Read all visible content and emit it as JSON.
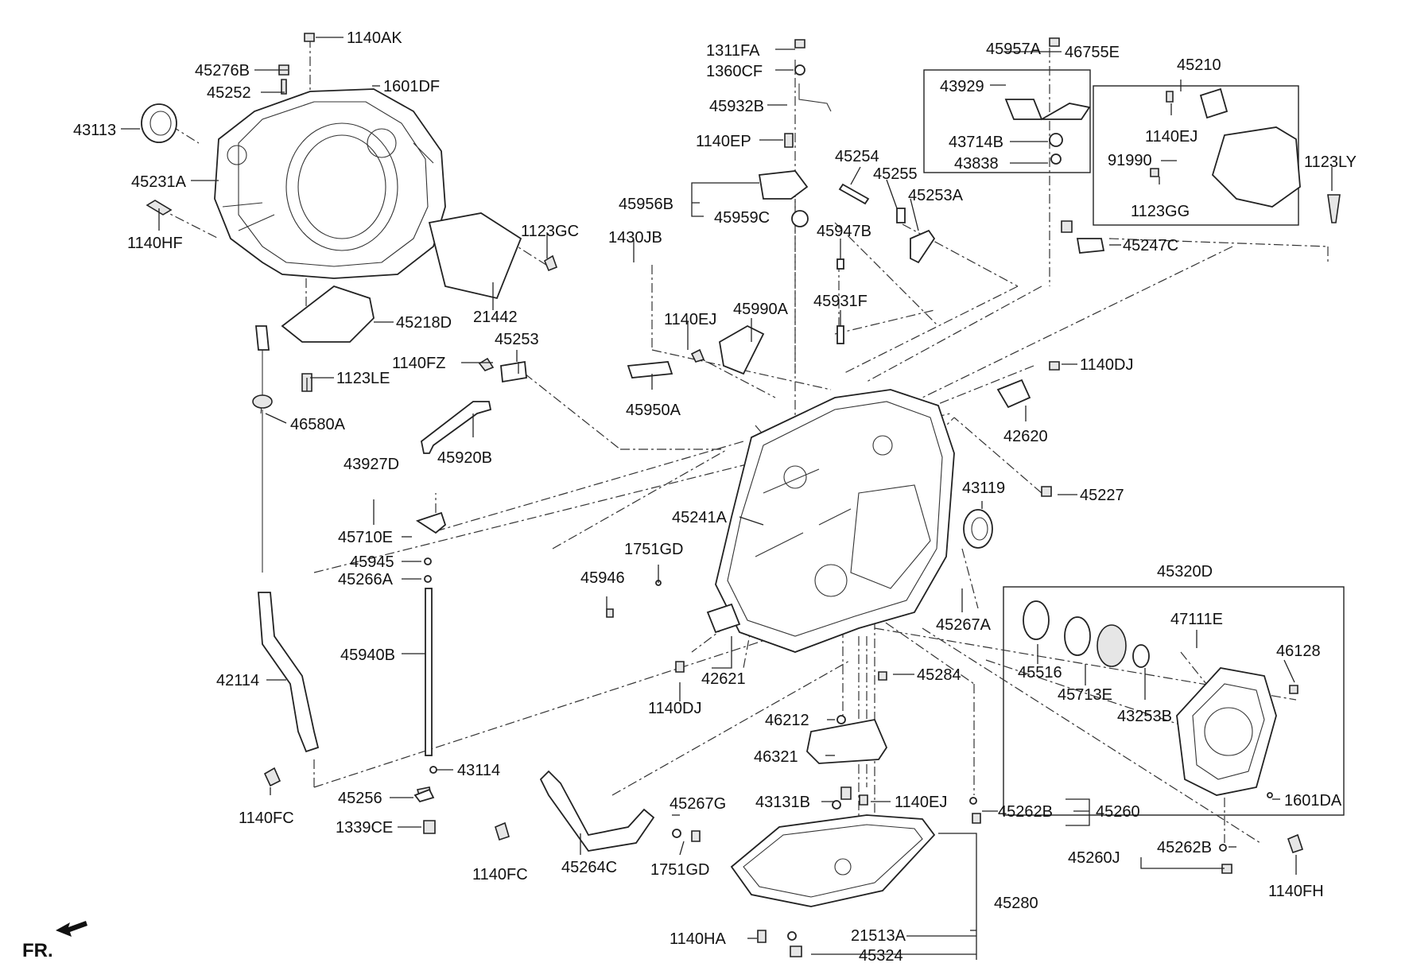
{
  "labels": {
    "l1140AK": "1140AK",
    "l45276B": "45276B",
    "l45252": "45252",
    "l1601DF": "1601DF",
    "l43113": "43113",
    "l45231A": "45231A",
    "l1140HF": "1140HF",
    "l1123GC": "1123GC",
    "l21442": "21442",
    "l45218D": "45218D",
    "l1123LE": "1123LE",
    "l46580A": "46580A",
    "l1140FZ": "1140FZ",
    "l45253": "45253",
    "l45920B": "45920B",
    "l43927D": "43927D",
    "l45710E": "45710E",
    "l45945": "45945",
    "l45266A": "45266A",
    "l45940B": "45940B",
    "l42114": "42114",
    "l43114": "43114",
    "l45256": "45256",
    "l1339CE": "1339CE",
    "l1140FC_left": "1140FC",
    "l1140FC_mid": "1140FC",
    "l45264C": "45264C",
    "l45267G": "45267G",
    "l1751GD_bottom": "1751GD",
    "l1311FA": "1311FA",
    "l1360CF": "1360CF",
    "l45932B": "45932B",
    "l1140EP": "1140EP",
    "l45956B": "45956B",
    "l45959C": "45959C",
    "l1430JB": "1430JB",
    "l1140EJ_mid": "1140EJ",
    "l45990A": "45990A",
    "l45950A": "45950A",
    "l45254": "45254",
    "l45255": "45255",
    "l45253A": "45253A",
    "l45947B": "45947B",
    "l45931F": "45931F",
    "l45957A": "45957A",
    "l46755E": "46755E",
    "l43929": "43929",
    "l43714B": "43714B",
    "l43838": "43838",
    "l45210": "45210",
    "l1140EJ_box": "1140EJ",
    "l91990": "91990",
    "l1123GG": "1123GG",
    "l1123LY": "1123LY",
    "l45247C": "45247C",
    "l1140DJ_top": "1140DJ",
    "l42620": "42620",
    "l45227": "45227",
    "l43119": "43119",
    "l45241A": "45241A",
    "l1751GD_mid": "1751GD",
    "l45946": "45946",
    "l45267A": "45267A",
    "l42621": "42621",
    "l1140DJ_bottom": "1140DJ",
    "l45284": "45284",
    "l46212": "46212",
    "l46321": "46321",
    "l43131B": "43131B",
    "l1140EJ_low": "1140EJ",
    "l45262B_a": "45262B",
    "l45260": "45260",
    "l45320D": "45320D",
    "l45516": "45516",
    "l45713E": "45713E",
    "l47111E": "47111E",
    "l46128": "46128",
    "l43253B": "43253B",
    "l1601DA": "1601DA",
    "l45262B_b": "45262B",
    "l45260J": "45260J",
    "l1140FH": "1140FH",
    "l45280": "45280",
    "l1140HA": "1140HA",
    "l21513A": "21513A",
    "l45324": "45324",
    "fr": "FR."
  }
}
